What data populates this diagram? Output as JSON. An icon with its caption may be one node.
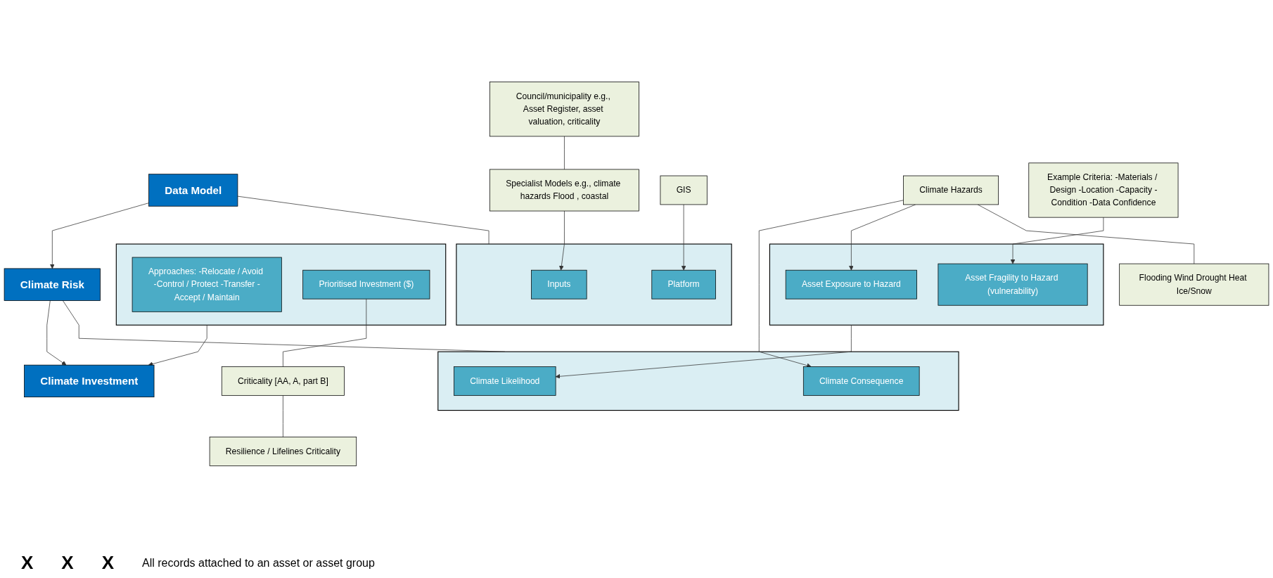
{
  "diagram": {
    "nodes": [
      {
        "text": [
          "Data Model"
        ]
      },
      {
        "text": [
          "Climate Risk"
        ]
      },
      {
        "text": [
          "Climate Investment"
        ]
      },
      {
        "text": [],
        "shape": "box"
      },
      {
        "text": [
          "Inputs"
        ],
        "in": 3
      },
      {
        "text": [
          "Platform"
        ],
        "in": 3
      },
      {
        "text": [],
        "shape": "box"
      },
      {
        "text": [
          "Climate Likelihood"
        ],
        "in": 6
      },
      {
        "text": [
          "Climate Consequence"
        ],
        "in": 6
      },
      {
        "text": [],
        "shape": "box"
      },
      {
        "text": [
          "Approaches: -Relocate / Avoid -Control / Protect -Transfer -Accept / Maintain"
        ],
        "in": 9
      },
      {
        "text": [
          "Prioritised Investment ($)"
        ],
        "in": 9
      },
      {
        "text": [
          "Specialist Models e.g., climate hazards Flood , coastal"
        ]
      },
      {
        "text": [
          "GIS"
        ]
      },
      {
        "text": [],
        "shape": "box"
      },
      {
        "text": [
          "Asset Exposure to Hazard"
        ],
        "in": 14
      },
      {
        "text": [
          "Climate Hazards"
        ]
      },
      {
        "text": [
          "Asset Fragility to Hazard (vulnerability)"
        ],
        "in": 14
      },
      {
        "text": [
          "Criticality [AA, A, part B]"
        ]
      },
      {
        "text": [
          "Council/municipality e.g., Asset Register, asset valuation, criticality"
        ]
      },
      {
        "text": [
          "Flooding Wind Drought Heat Ice/Snow"
        ]
      },
      {
        "text": [
          "Resilience / Lifelines Criticality"
        ]
      },
      {
        "text": [
          "Example Criteria: -Materials / Design -Location -Capacity -Condition -Data Confidence"
        ]
      }
    ],
    "edges": [
      {
        "from": 0,
        "to": 1,
        "arrow": "to"
      },
      {
        "from": 1,
        "to": 2,
        "arrow": "to"
      },
      {
        "from": 0,
        "to": 3,
        "arrow": "none"
      },
      {
        "from": 1,
        "to": 6,
        "arrow": "none"
      },
      {
        "from": 9,
        "to": 2,
        "arrow": "to"
      },
      {
        "from": 12,
        "to": 4,
        "arrow": "to"
      },
      {
        "from": 13,
        "to": 5,
        "arrow": "to"
      },
      {
        "from": 14,
        "to": 7,
        "arrow": "to"
      },
      {
        "from": 16,
        "to": 8,
        "arrow": "to"
      },
      {
        "from": 16,
        "to": 15,
        "arrow": "to"
      },
      {
        "from": 19,
        "to": 12,
        "arrow": "none"
      },
      {
        "from": 16,
        "to": 20,
        "arrow": "none"
      },
      {
        "from": 22,
        "to": 17,
        "arrow": "to"
      },
      {
        "from": 11,
        "to": 18,
        "arrow": "none"
      },
      {
        "from": 18,
        "to": 21,
        "arrow": "none"
      }
    ],
    "labels": [
      "X",
      "X",
      "X",
      "All records attached to an asset or asset group"
    ]
  }
}
